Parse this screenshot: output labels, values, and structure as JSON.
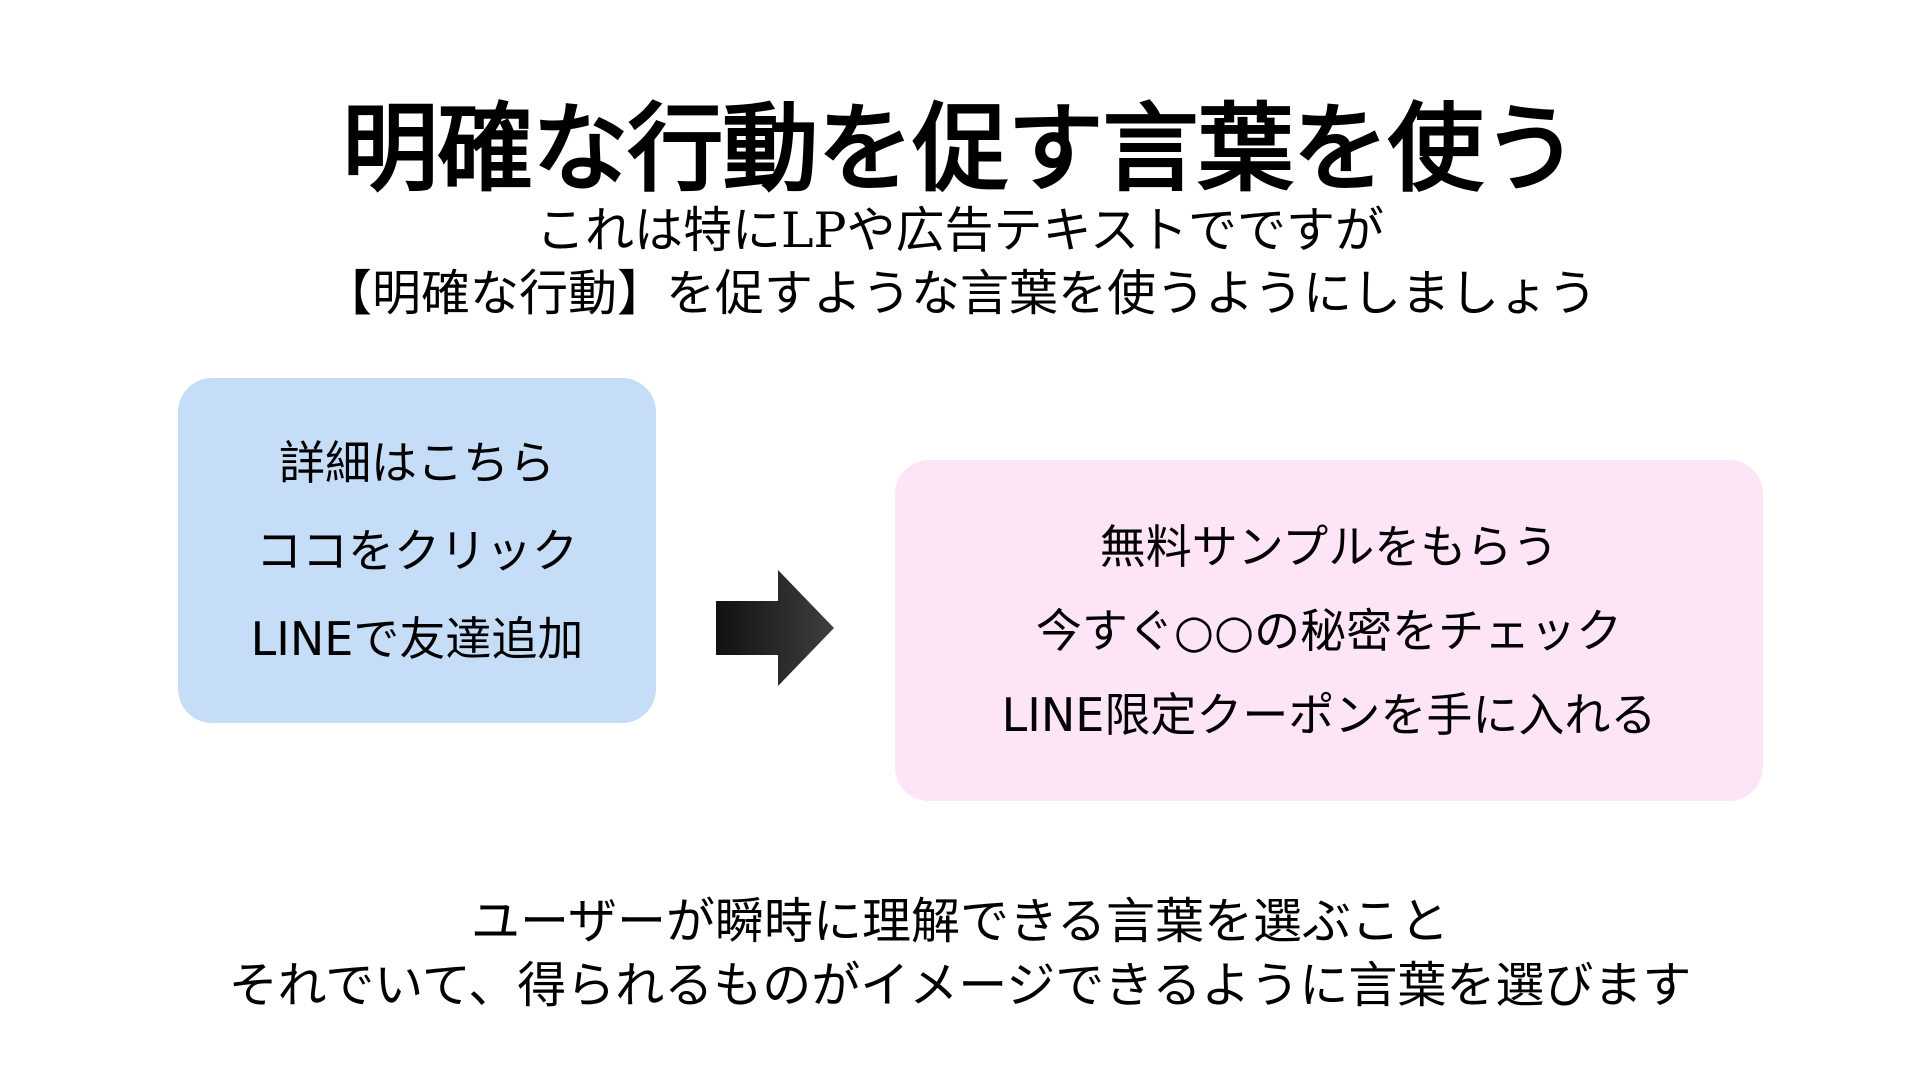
{
  "slide": {
    "background_color": "#ffffff",
    "title": "明確な行動を促す言葉を使う",
    "subheading": {
      "line1": "これは特にLPや広告テキストでですが",
      "line2": "【明確な行動】を促すような言葉を使うようにしましょう"
    },
    "comparison": {
      "before_box": {
        "background_color": "#c6ddf7",
        "lines": [
          "詳細はこちら",
          "ココをクリック",
          "LINEで友達追加"
        ]
      },
      "arrow": {
        "icon": "right-arrow-icon",
        "fill_start": "#000000",
        "fill_end": "#3f3f3f"
      },
      "after_box": {
        "background_color": "#fde4f7",
        "lines": [
          "無料サンプルをもらう",
          "今すぐ○○の秘密をチェック",
          "LINE限定クーポンを手に入れる"
        ]
      }
    },
    "footnote": {
      "line1": "ユーザーが瞬時に理解できる言葉を選ぶこと",
      "line2": "それでいて、得られるものがイメージできるように言葉を選びます"
    }
  }
}
